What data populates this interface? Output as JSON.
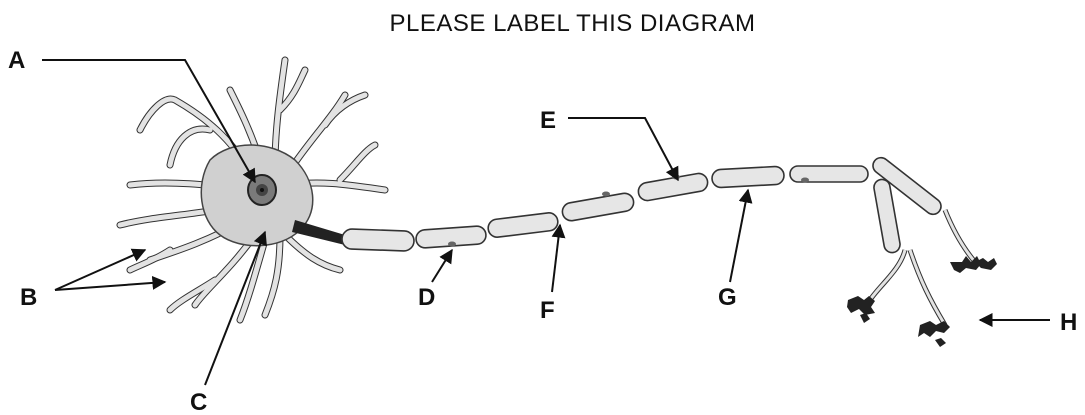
{
  "title": "PLEASE LABEL THIS DIAGRAM",
  "labels": {
    "A": "A",
    "B": "B",
    "C": "C",
    "D": "D",
    "E": "E",
    "F": "F",
    "G": "G",
    "H": "H"
  },
  "colors": {
    "ink": "#111111",
    "cell_fill": "#d0d0d0",
    "myelin_fill": "#e6e6e6",
    "nucleus": "#555555"
  }
}
